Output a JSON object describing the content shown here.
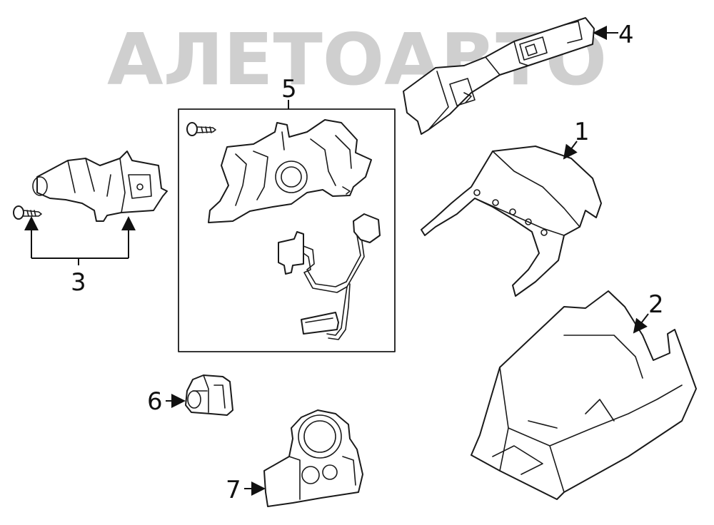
{
  "watermark": {
    "text": "АЛЕТОАВТО"
  },
  "callouts": {
    "c1": "1",
    "c2": "2",
    "c3": "3",
    "c4": "4",
    "c5": "5",
    "c6": "6",
    "c7": "7"
  }
}
